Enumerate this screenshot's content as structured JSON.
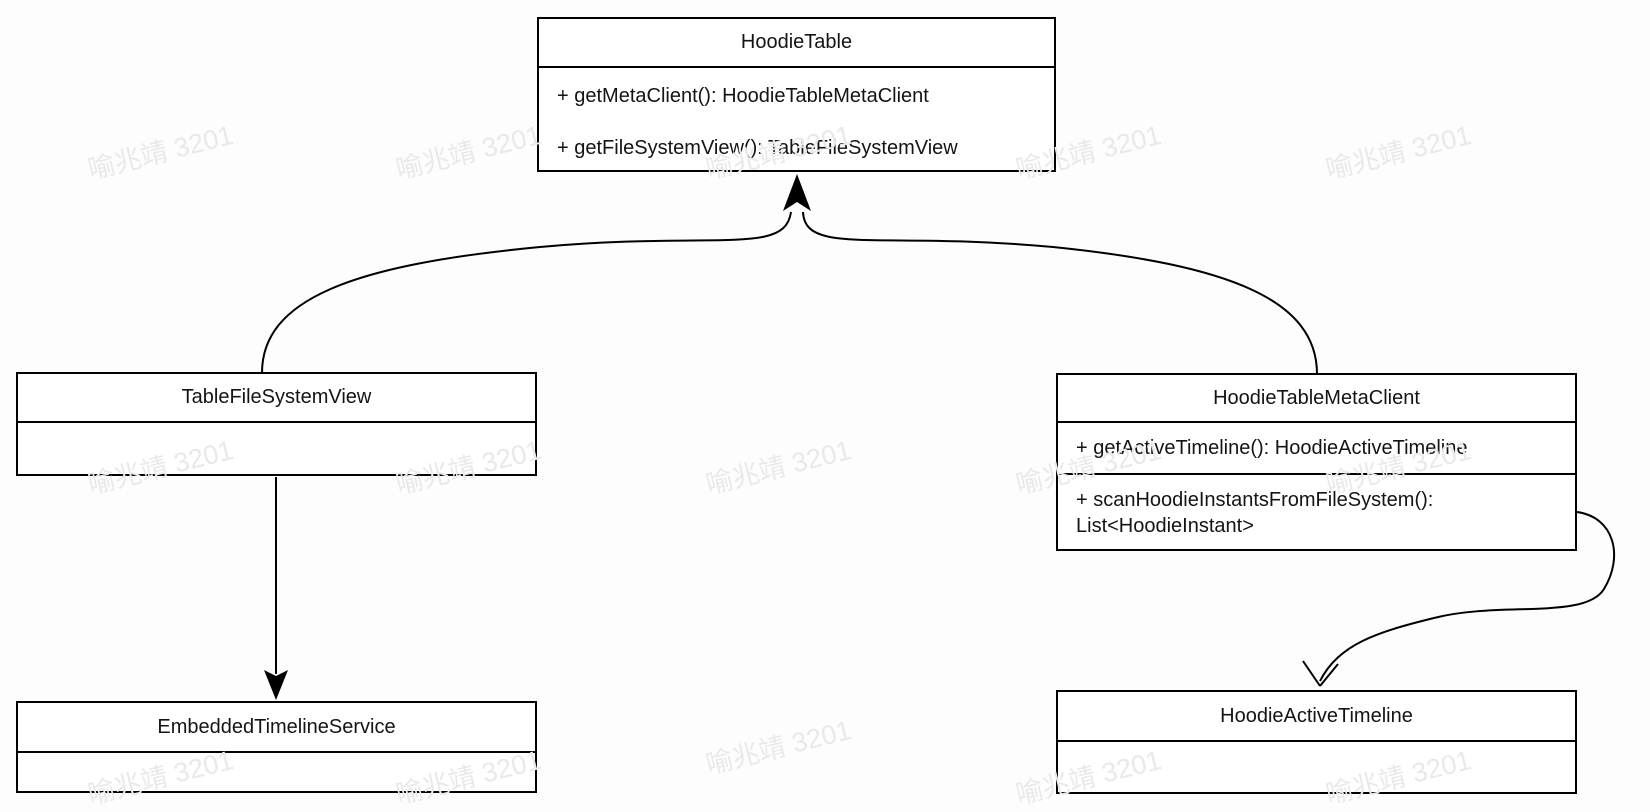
{
  "diagram": {
    "type": "UML class diagram",
    "background": "#fdfdfd",
    "line_color": "#000000",
    "box_fill": "#ffffff",
    "text_color": "#141414",
    "watermark": {
      "text": "喻兆靖 3201",
      "color": "#e9e9e9"
    },
    "classes": {
      "hoodie_table": {
        "name": "HoodieTable",
        "methods": [
          "+ getMetaClient(): HoodieTableMetaClient",
          "+ getFileSystemView(): TableFileSystemView"
        ]
      },
      "table_file_system_view": {
        "name": "TableFileSystemView",
        "methods": []
      },
      "hoodie_table_meta_client": {
        "name": "HoodieTableMetaClient",
        "methods": [
          "+ getActiveTimeline(): HoodieActiveTimeline",
          "+ scanHoodieInstantsFromFileSystem(): List<HoodieInstant>"
        ]
      },
      "embedded_timeline_service": {
        "name": "EmbeddedTimelineService",
        "methods": []
      },
      "hoodie_active_timeline": {
        "name": "HoodieActiveTimeline",
        "methods": []
      }
    },
    "relations": [
      {
        "from": "TableFileSystemView",
        "to": "HoodieTable",
        "arrow": "filled",
        "path": "curved-merge"
      },
      {
        "from": "HoodieTableMetaClient",
        "to": "HoodieTable",
        "arrow": "filled",
        "path": "curved-merge"
      },
      {
        "from": "TableFileSystemView",
        "to": "EmbeddedTimelineService",
        "arrow": "filled",
        "path": "straight"
      },
      {
        "from": "HoodieTableMetaClient",
        "to": "HoodieActiveTimeline",
        "arrow": "open",
        "path": "curved"
      }
    ]
  }
}
